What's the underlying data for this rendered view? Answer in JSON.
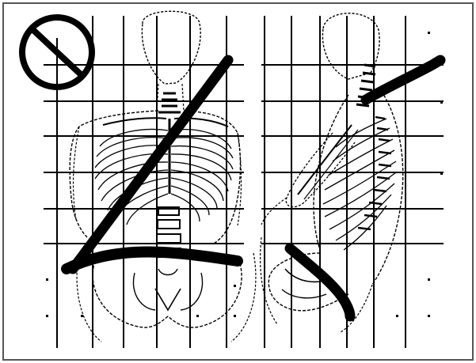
{
  "illustration": {
    "subject": "incorrect-seatbelt-routing-warning",
    "prohibition_symbol": "no-sign-icon",
    "views": [
      "front-torso-skeleton",
      "side-torso-skeleton"
    ],
    "colors": {
      "ink": "#000000",
      "paper": "#ffffff",
      "border": "#555555"
    }
  }
}
